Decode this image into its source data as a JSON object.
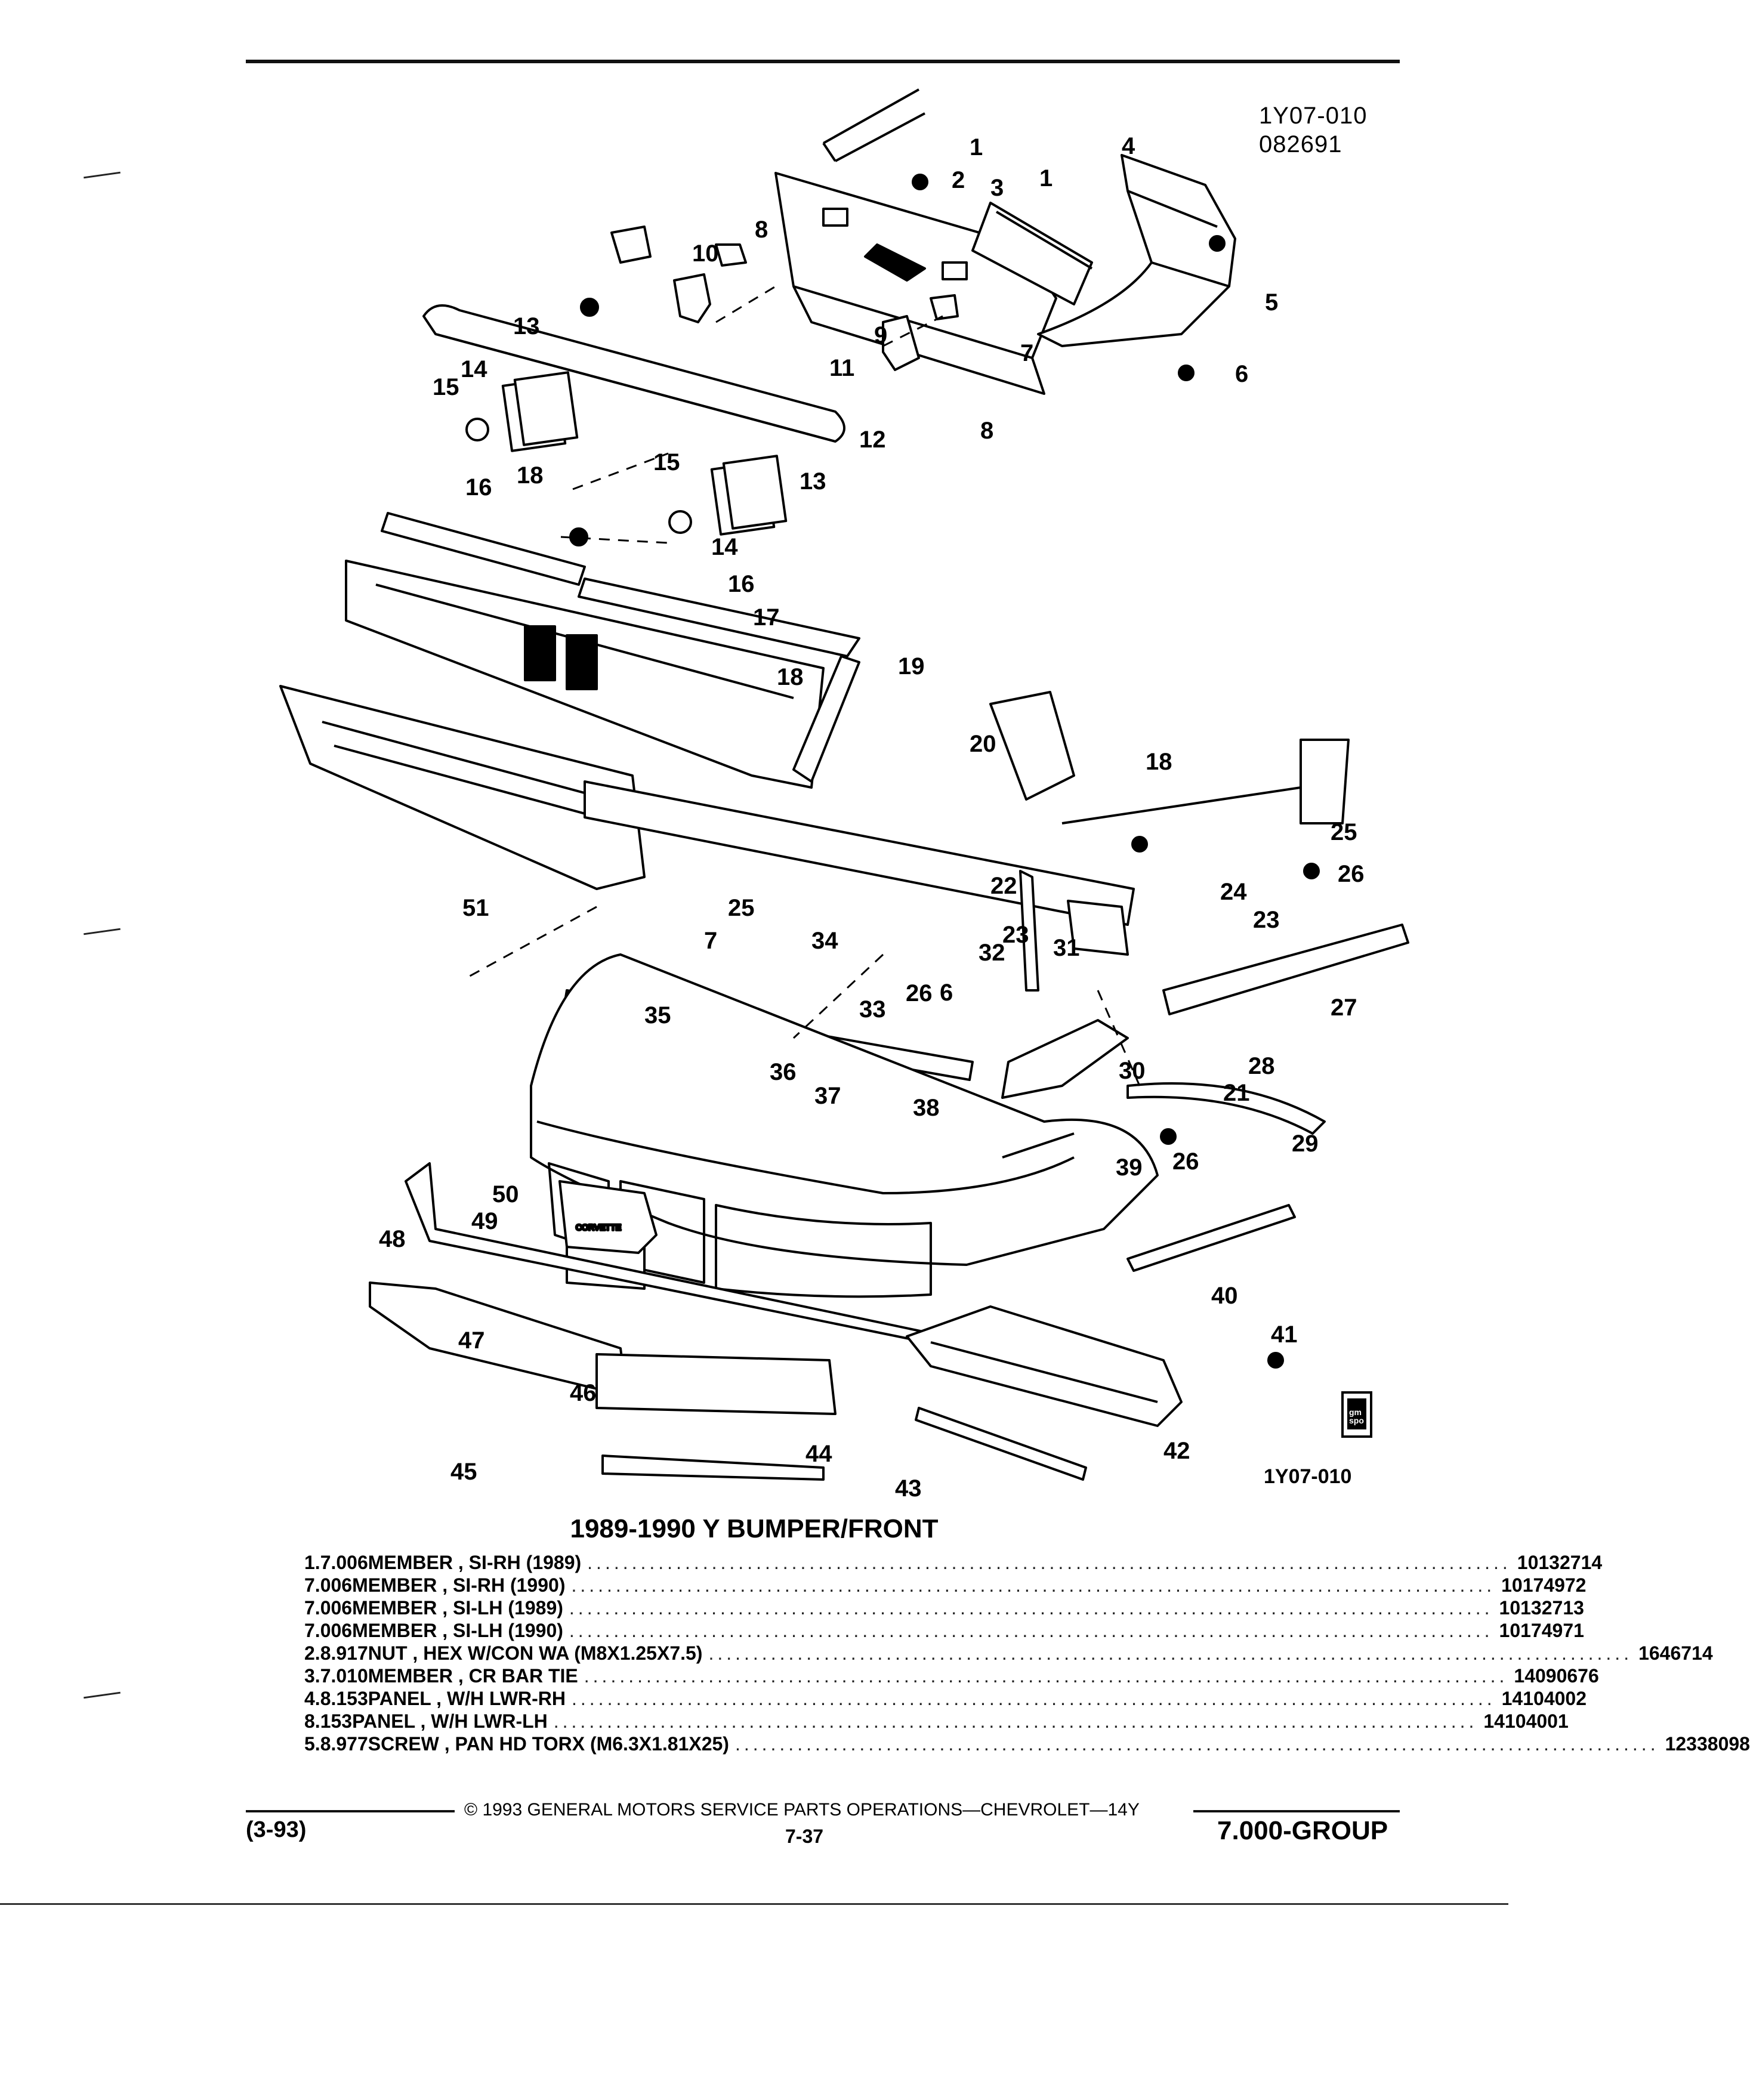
{
  "header": {
    "figure_code": "1Y07-010",
    "date_code": "082691"
  },
  "diagram": {
    "callouts": [
      "1",
      "1",
      "2",
      "3",
      "4",
      "5",
      "6",
      "7",
      "8",
      "8",
      "9",
      "10",
      "11",
      "12",
      "13",
      "13",
      "14",
      "14",
      "15",
      "15",
      "16",
      "16",
      "17",
      "18",
      "18",
      "18",
      "19",
      "20",
      "21",
      "22",
      "23",
      "23",
      "24",
      "25",
      "25",
      "26",
      "26",
      "26",
      "27",
      "28",
      "29",
      "30",
      "31",
      "32",
      "33",
      "34",
      "35",
      "36",
      "37",
      "38",
      "39",
      "40",
      "41",
      "42",
      "43",
      "44",
      "45",
      "46",
      "47",
      "48",
      "49",
      "50",
      "51",
      "6",
      "7"
    ],
    "plate_text": "CORVETTE",
    "gm_logo_text": "gm spo",
    "figure_id": "1Y07-010"
  },
  "section_title": "1989-1990 Y BUMPER/FRONT",
  "parts": [
    {
      "index": "1.",
      "code": "7.006",
      "description": "MEMBER , SI-RH (1989)",
      "part_number": "10132714"
    },
    {
      "index": "",
      "code": "7.006",
      "description": "MEMBER , SI-RH (1990)",
      "part_number": "10174972"
    },
    {
      "index": "",
      "code": "7.006",
      "description": "MEMBER , SI-LH (1989)",
      "part_number": "10132713"
    },
    {
      "index": "",
      "code": "7.006",
      "description": "MEMBER , SI-LH (1990)",
      "part_number": "10174971"
    },
    {
      "index": "2.",
      "code": "8.917",
      "description": "NUT , HEX W/CON WA (M8X1.25X7.5)",
      "part_number": "1646714"
    },
    {
      "index": "3.",
      "code": "7.010",
      "description": "MEMBER , CR BAR TIE",
      "part_number": "14090676"
    },
    {
      "index": "4.",
      "code": "8.153",
      "description": "PANEL , W/H LWR-RH",
      "part_number": "14104002"
    },
    {
      "index": "",
      "code": "8.153",
      "description": "PANEL , W/H LWR-LH",
      "part_number": "14104001"
    },
    {
      "index": "5.",
      "code": "8.977",
      "description": "SCREW , PAN HD TORX (M6.3X1.81X25)",
      "part_number": "12338098"
    }
  ],
  "footer": {
    "copyright": "© 1993 GENERAL MOTORS SERVICE PARTS OPERATIONS—CHEVROLET—14Y",
    "revision": "(3-93)",
    "page": "7-37",
    "group": "7.000-GROUP"
  }
}
